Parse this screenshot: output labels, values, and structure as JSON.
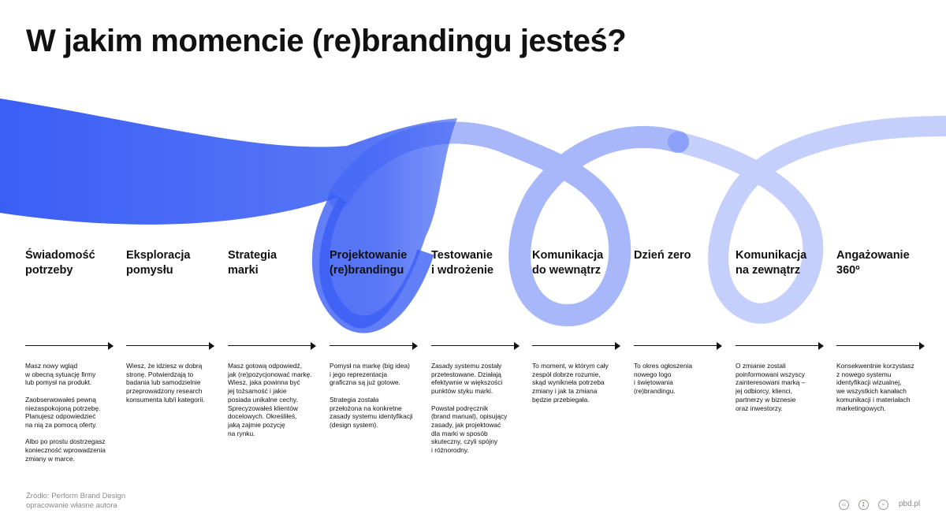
{
  "title": "W jakim momencie (re)brandingu jesteś?",
  "colors": {
    "ribbon": "#3b5ff5",
    "text": "#111111",
    "muted": "#8a8a8a"
  },
  "stages": [
    {
      "title": "Świadomość\npotrzeby",
      "desc": [
        "Masz nowy wgląd\nw obecną sytuację firmy\nlub pomysł na produkt.",
        "Zaobserwowałeś pewną\nniezaspokojoną potrzebę.\nPlanujesz odpowiedzieć\nna nią za pomocą oferty.",
        "Albo po prostu dostrzegasz\nkonieczność wprowadzenia\nzmiany w marce."
      ]
    },
    {
      "title": "Eksploracja\npomysłu",
      "desc": [
        "Wiesz, że idziesz w dobrą\nstronę. Potwierdzają to\nbadania lub samodzielnie\nprzeprowadzony research\nkonsumenta lub/i kategorii."
      ]
    },
    {
      "title": "Strategia\nmarki",
      "desc": [
        "Masz gotową odpowiedź,\njak (re)pozycjonować markę.\nWiesz, jaka powinna być\njej tożsamość i jakie\nposiada unikalne cechy.\nSprecyzowałeś klientów\ndocelowych. Określiłeś,\njaką zajmie pozycję\nna rynku."
      ]
    },
    {
      "title": "Projektowanie\n(re)brandingu",
      "desc": [
        "Pomysł na markę (big idea)\ni jego reprezentacja\ngraficzna są już gotowe.",
        "Strategia została\nprzełożona na konkretne\nzasady systemu identyfikacji\n(design system)."
      ]
    },
    {
      "title": "Testowanie\ni wdrożenie",
      "desc": [
        "Zasady systemu zostały\nprzetestowane. Działają\nefektywnie w większości\npunktów styku marki.",
        "Powstał podręcznik\n(brand manual), opisujący\nzasady, jak projektować\ndla marki w sposób\nskuteczny, czyli spójny\ni różnorodny."
      ]
    },
    {
      "title": "Komunikacja\ndo wewnątrz",
      "desc": [
        "To moment, w którym cały\nzespół dobrze rozumie,\nskąd wynikneła potrzeba\nzmiany i jak ta zmiana\nbędzie przebiegała."
      ]
    },
    {
      "title": "Dzień zero",
      "desc": [
        "To okres ogłoszenia\nnowego logo\ni świętowania\n(re)brandingu."
      ]
    },
    {
      "title": "Komunikacja\nna zewnątrz",
      "desc": [
        "O zmianie zostali\npoinformowani wszyscy\nzainteresowani marką –\njej odbiorcy, klienci,\npartnerzy w biznesie\noraz inwestorzy."
      ]
    },
    {
      "title": "Angażowanie\n360º",
      "desc": [
        "Konsekwentnie korzystasz\nz nowego systemu\nidentyfikacji wizualnej,\nwe wszystkich kanałach\nkomunikacji i materiałach\nmarketingowych."
      ]
    }
  ],
  "source": {
    "line1": "Źródło: Perform Brand Design",
    "line2": "opracowanie własne autora"
  },
  "footer": {
    "cc_icons": [
      "cc-icon",
      "by-icon",
      "equal-icon"
    ],
    "site": "pbd.pl"
  }
}
